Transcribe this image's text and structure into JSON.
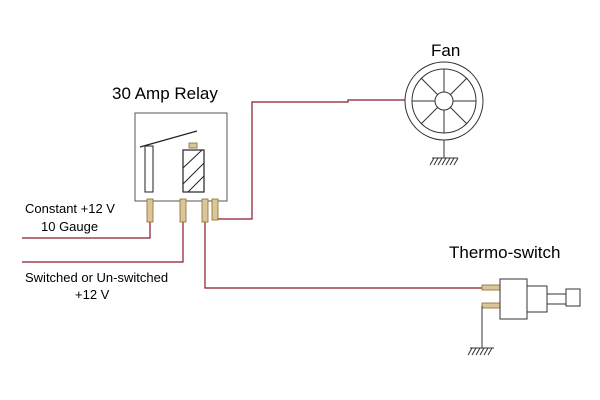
{
  "labels": {
    "relay": "30 Amp Relay",
    "fan": "Fan",
    "thermo": "Thermo-switch",
    "constant_line1": "Constant +12 V",
    "constant_line2": "10 Gauge",
    "switched_line1": "Switched or Un-switched",
    "switched_line2": "+12 V"
  },
  "colors": {
    "wire": "#8b1a2b",
    "outline": "#555555",
    "terminal_fill": "#d9c79a",
    "terminal_stroke": "#8a6a2a",
    "ground": "#333333",
    "text": "#000000"
  },
  "icons": {
    "fan": "fan-icon",
    "ground": "ground-icon",
    "relay": "relay-icon",
    "thermo_switch": "thermo-switch-icon"
  }
}
